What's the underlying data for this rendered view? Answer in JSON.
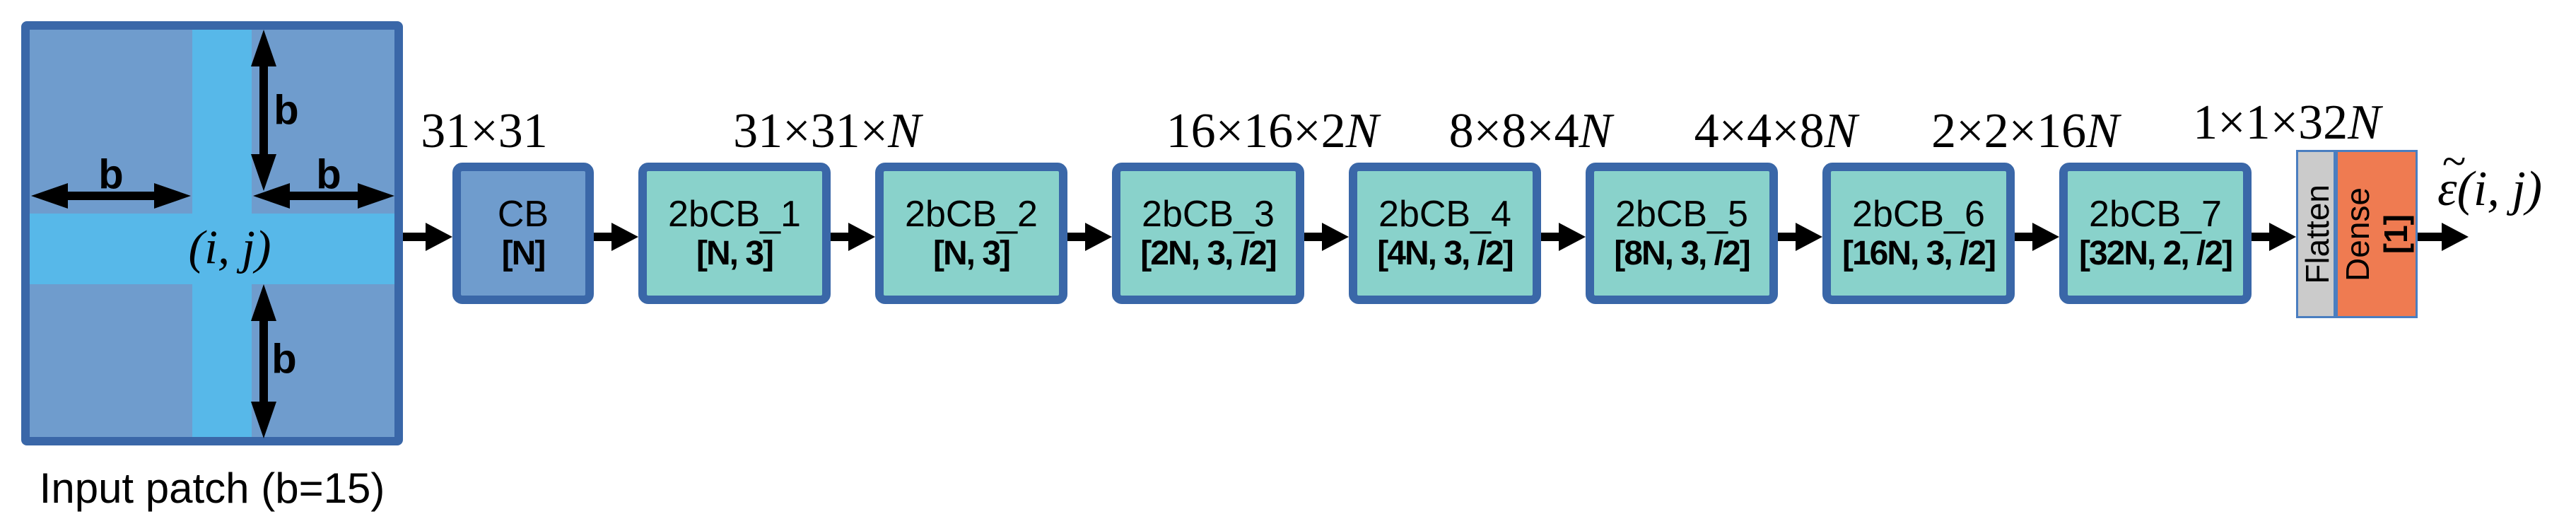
{
  "patch": {
    "caption": "Input patch (b=15)",
    "center_label": "(i, j)",
    "b_label": "b"
  },
  "pipeline": {
    "dim_labels": [
      {
        "text": "31×31",
        "n": ""
      },
      {
        "text": "31×31×",
        "n": "N"
      },
      {
        "text": "16×16×2",
        "n": "N"
      },
      {
        "text": "8×8×4",
        "n": "N"
      },
      {
        "text": "4×4×8",
        "n": "N"
      },
      {
        "text": "2×2×16",
        "n": "N"
      },
      {
        "text": "1×1×32",
        "n": "N"
      }
    ],
    "blocks": [
      {
        "label": "CB",
        "params": "[N]"
      },
      {
        "label": "2bCB_1",
        "params": "[N, 3]"
      },
      {
        "label": "2bCB_2",
        "params": "[N, 3]"
      },
      {
        "label": "2bCB_3",
        "params": "[2N, 3, /2]"
      },
      {
        "label": "2bCB_4",
        "params": "[4N, 3, /2]"
      },
      {
        "label": "2bCB_5",
        "params": "[8N, 3, /2]"
      },
      {
        "label": "2bCB_6",
        "params": "[16N, 3, /2]"
      },
      {
        "label": "2bCB_7",
        "params": "[32N, 2, /2]"
      }
    ],
    "flatten_label": "Flatten",
    "dense_label": "Dense",
    "dense_params": "[1]"
  },
  "output": {
    "tilde": "~",
    "symbol": "ε",
    "args": "(i, j)"
  },
  "colors": {
    "box_border": "#3a67a8",
    "thin_border": "#4a7ec0",
    "input_fill": "#6f9ccd",
    "stripe_fill": "#57b8e9",
    "conv_fill": "#89d2cb",
    "flatten_fill": "#cbcbcb",
    "dense_fill": "#ef7b51",
    "arrow": "#000000"
  }
}
